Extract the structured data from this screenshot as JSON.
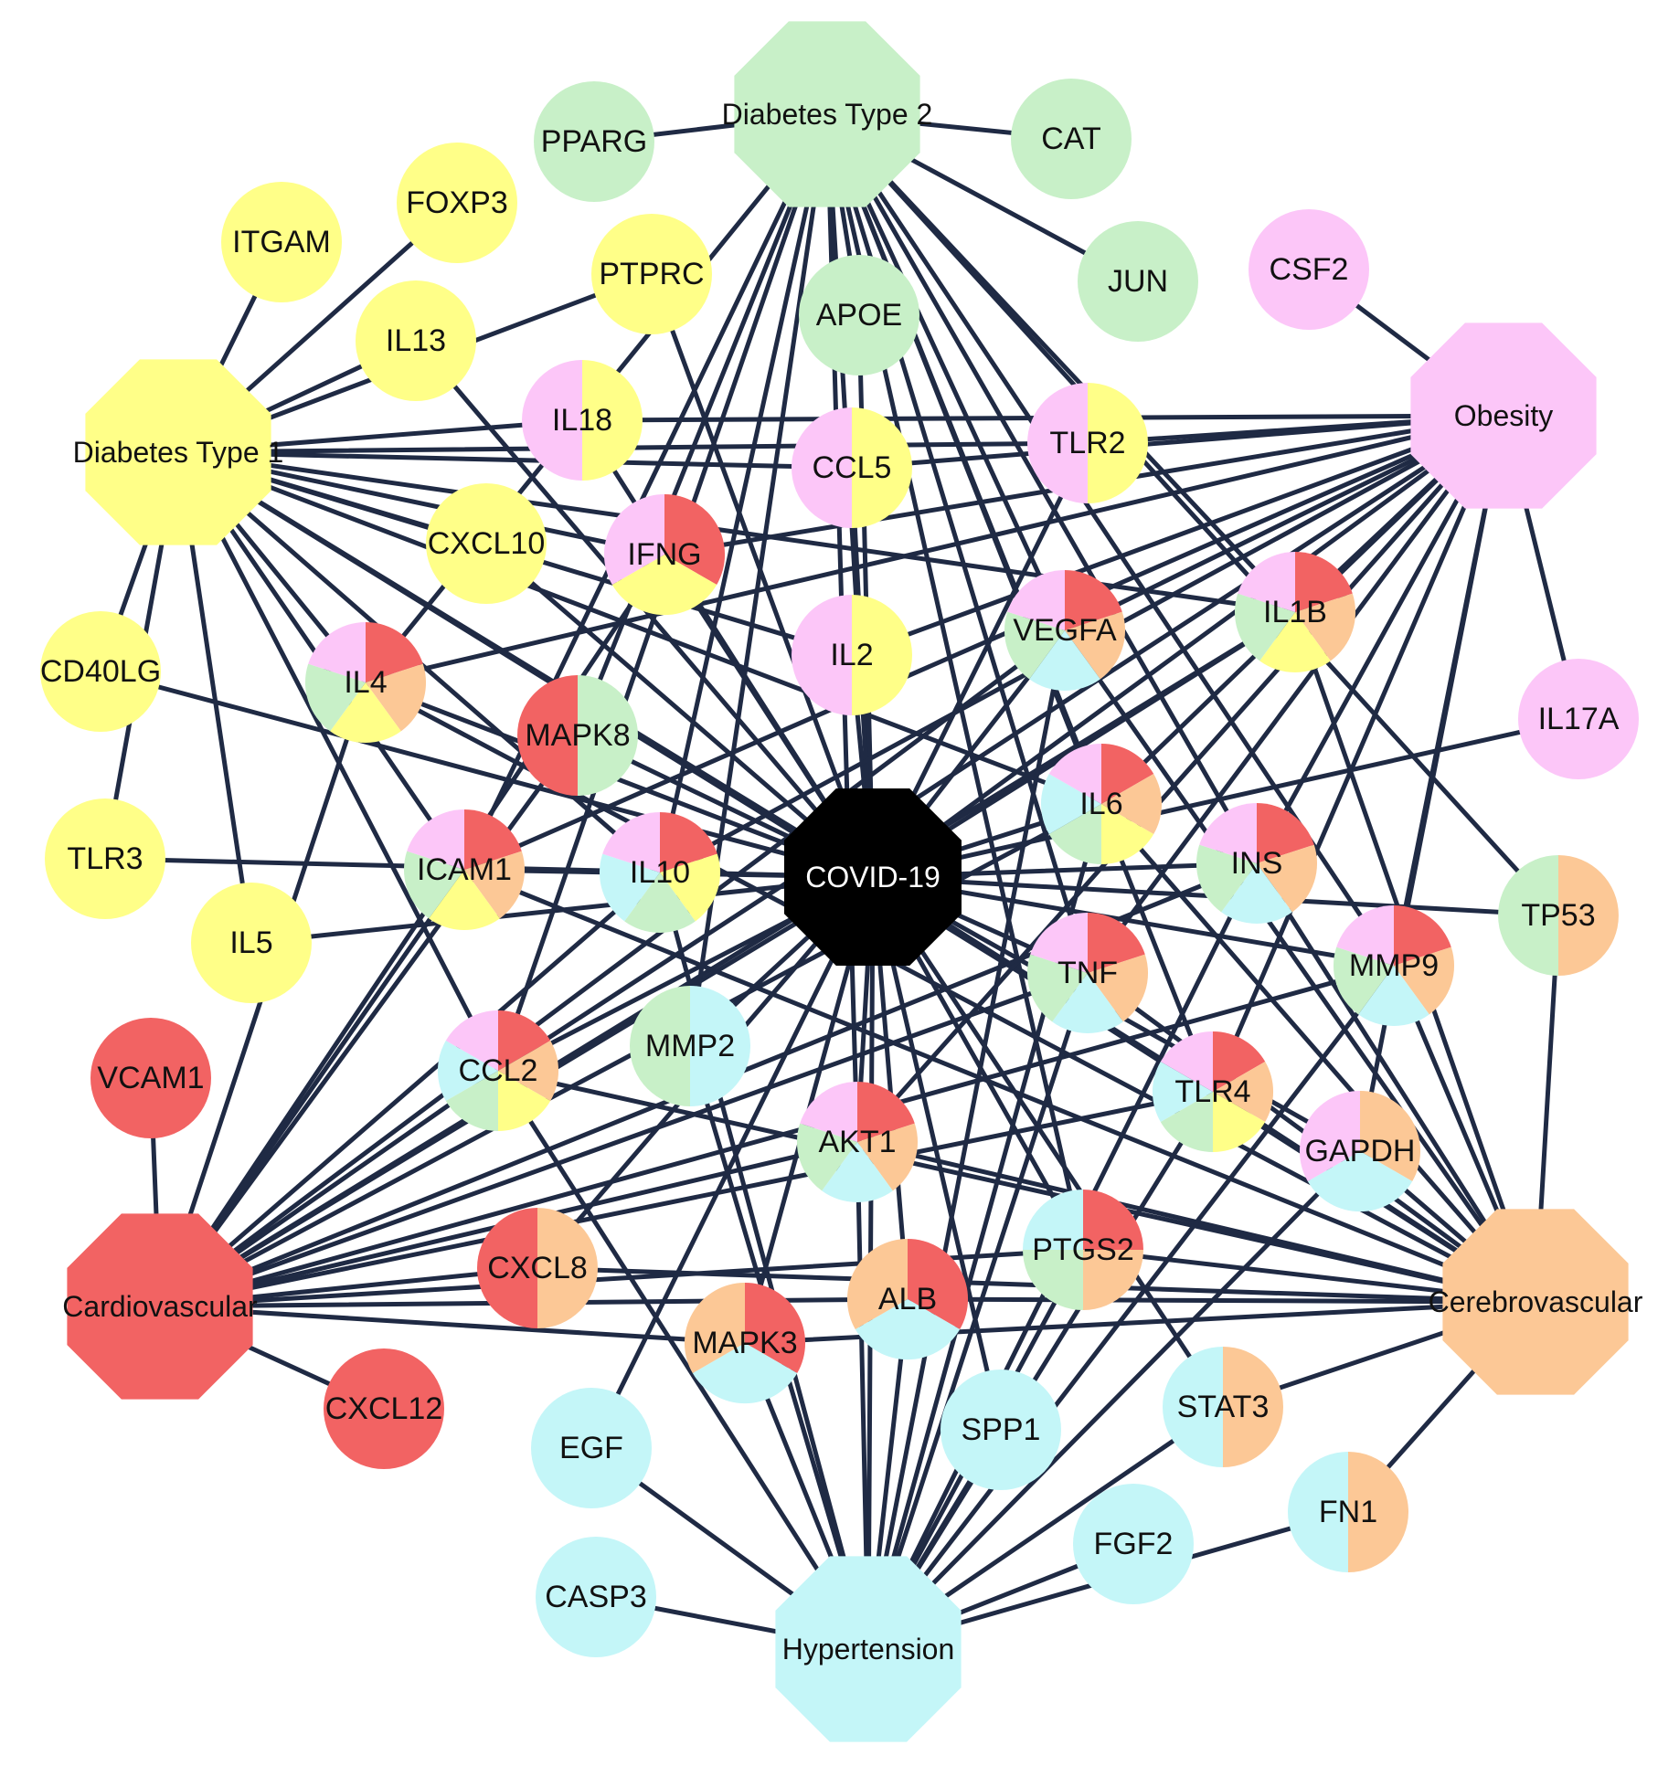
{
  "colors": {
    "Cardiovascular": "#f26363",
    "Diabetes Type 2": "#c8f0c8",
    "Diabetes Type 1": "#ffff88",
    "Obesity": "#fcc6f8",
    "Cerebrovascular": "#fcc896",
    "Hypertension": "#c4f6f8",
    "COVID-19": "#000000",
    "edge": "#1f2a44"
  },
  "hubs": [
    {
      "id": "Diabetes Type 2",
      "label": "Diabetes Type 2",
      "color_key": "Diabetes Type 2"
    },
    {
      "id": "Diabetes Type 1",
      "label": "Diabetes Type 1",
      "color_key": "Diabetes Type 1"
    },
    {
      "id": "Obesity",
      "label": "Obesity",
      "color_key": "Obesity"
    },
    {
      "id": "Cardiovascular",
      "label": "Cardiovascular",
      "color_key": "Cardiovascular"
    },
    {
      "id": "Cerebrovascular",
      "label": "Cerebrovascular",
      "color_key": "Cerebrovascular"
    },
    {
      "id": "Hypertension",
      "label": "Hypertension",
      "color_key": "Hypertension"
    },
    {
      "id": "COVID-19",
      "label": "COVID-19",
      "color_key": "COVID-19"
    }
  ],
  "genes": [
    {
      "id": "PPARG",
      "groups": [
        "Diabetes Type 2"
      ]
    },
    {
      "id": "CAT",
      "groups": [
        "Diabetes Type 2"
      ]
    },
    {
      "id": "JUN",
      "groups": [
        "Diabetes Type 2"
      ]
    },
    {
      "id": "APOE",
      "groups": [
        "Diabetes Type 2"
      ]
    },
    {
      "id": "FOXP3",
      "groups": [
        "Diabetes Type 1"
      ]
    },
    {
      "id": "ITGAM",
      "groups": [
        "Diabetes Type 1"
      ]
    },
    {
      "id": "PTPRC",
      "groups": [
        "Diabetes Type 1"
      ]
    },
    {
      "id": "IL13",
      "groups": [
        "Diabetes Type 1"
      ]
    },
    {
      "id": "CXCL10",
      "groups": [
        "Diabetes Type 1"
      ]
    },
    {
      "id": "CD40LG",
      "groups": [
        "Diabetes Type 1"
      ]
    },
    {
      "id": "TLR3",
      "groups": [
        "Diabetes Type 1"
      ]
    },
    {
      "id": "IL5",
      "groups": [
        "Diabetes Type 1"
      ]
    },
    {
      "id": "CSF2",
      "groups": [
        "Obesity"
      ]
    },
    {
      "id": "IL17A",
      "groups": [
        "Obesity"
      ]
    },
    {
      "id": "IL18",
      "groups": [
        "Diabetes Type 1",
        "Obesity"
      ]
    },
    {
      "id": "CCL5",
      "groups": [
        "Diabetes Type 1",
        "Obesity"
      ]
    },
    {
      "id": "TLR2",
      "groups": [
        "Diabetes Type 1",
        "Obesity"
      ]
    },
    {
      "id": "IL2",
      "groups": [
        "Diabetes Type 1",
        "Obesity"
      ]
    },
    {
      "id": "IFNG",
      "groups": [
        "Cardiovascular",
        "Diabetes Type 1",
        "Obesity"
      ]
    },
    {
      "id": "VEGFA",
      "groups": [
        "Cardiovascular",
        "Cerebrovascular",
        "Hypertension",
        "Diabetes Type 2",
        "Obesity"
      ]
    },
    {
      "id": "IL1B",
      "groups": [
        "Cardiovascular",
        "Cerebrovascular",
        "Diabetes Type 1",
        "Diabetes Type 2",
        "Obesity"
      ]
    },
    {
      "id": "IL4",
      "groups": [
        "Cardiovascular",
        "Cerebrovascular",
        "Diabetes Type 1",
        "Diabetes Type 2",
        "Obesity"
      ]
    },
    {
      "id": "MAPK8",
      "groups": [
        "Diabetes Type 2",
        "Cardiovascular"
      ]
    },
    {
      "id": "IL6",
      "groups": [
        "Cardiovascular",
        "Cerebrovascular",
        "Diabetes Type 1",
        "Diabetes Type 2",
        "Hypertension",
        "Obesity"
      ]
    },
    {
      "id": "ICAM1",
      "groups": [
        "Cardiovascular",
        "Cerebrovascular",
        "Diabetes Type 1",
        "Diabetes Type 2",
        "Obesity"
      ]
    },
    {
      "id": "IL10",
      "groups": [
        "Cardiovascular",
        "Diabetes Type 1",
        "Diabetes Type 2",
        "Hypertension",
        "Obesity"
      ]
    },
    {
      "id": "INS",
      "groups": [
        "Cardiovascular",
        "Cerebrovascular",
        "Hypertension",
        "Diabetes Type 2",
        "Obesity"
      ]
    },
    {
      "id": "TP53",
      "groups": [
        "Cerebrovascular",
        "Diabetes Type 2"
      ]
    },
    {
      "id": "MMP9",
      "groups": [
        "Cardiovascular",
        "Cerebrovascular",
        "Hypertension",
        "Diabetes Type 2",
        "Obesity"
      ]
    },
    {
      "id": "TNF",
      "groups": [
        "Cardiovascular",
        "Cerebrovascular",
        "Hypertension",
        "Diabetes Type 2",
        "Obesity"
      ]
    },
    {
      "id": "VCAM1",
      "groups": [
        "Cardiovascular"
      ]
    },
    {
      "id": "CCL2",
      "groups": [
        "Cardiovascular",
        "Cerebrovascular",
        "Diabetes Type 1",
        "Diabetes Type 2",
        "Hypertension",
        "Obesity"
      ]
    },
    {
      "id": "MMP2",
      "groups": [
        "Hypertension",
        "Diabetes Type 2"
      ]
    },
    {
      "id": "TLR4",
      "groups": [
        "Cardiovascular",
        "Cerebrovascular",
        "Diabetes Type 1",
        "Diabetes Type 2",
        "Hypertension",
        "Obesity"
      ]
    },
    {
      "id": "AKT1",
      "groups": [
        "Cardiovascular",
        "Cerebrovascular",
        "Hypertension",
        "Diabetes Type 2",
        "Obesity"
      ]
    },
    {
      "id": "GAPDH",
      "groups": [
        "Cerebrovascular",
        "Hypertension",
        "Obesity"
      ]
    },
    {
      "id": "PTGS2",
      "groups": [
        "Cardiovascular",
        "Cerebrovascular",
        "Diabetes Type 2",
        "Hypertension"
      ]
    },
    {
      "id": "CXCL8",
      "groups": [
        "Cerebrovascular",
        "Cardiovascular"
      ]
    },
    {
      "id": "ALB",
      "groups": [
        "Cardiovascular",
        "Hypertension",
        "Cerebrovascular"
      ]
    },
    {
      "id": "MAPK3",
      "groups": [
        "Cardiovascular",
        "Hypertension",
        "Cerebrovascular"
      ]
    },
    {
      "id": "CXCL12",
      "groups": [
        "Cardiovascular"
      ]
    },
    {
      "id": "EGF",
      "groups": [
        "Hypertension"
      ]
    },
    {
      "id": "SPP1",
      "groups": [
        "Hypertension"
      ]
    },
    {
      "id": "STAT3",
      "groups": [
        "Cerebrovascular",
        "Hypertension"
      ]
    },
    {
      "id": "FN1",
      "groups": [
        "Cerebrovascular",
        "Hypertension"
      ]
    },
    {
      "id": "FGF2",
      "groups": [
        "Hypertension"
      ]
    },
    {
      "id": "CASP3",
      "groups": [
        "Hypertension"
      ]
    }
  ],
  "edges": [
    [
      "COVID-19",
      "IL18"
    ],
    [
      "COVID-19",
      "CCL5"
    ],
    [
      "COVID-19",
      "TLR2"
    ],
    [
      "COVID-19",
      "IFNG"
    ],
    [
      "COVID-19",
      "VEGFA"
    ],
    [
      "COVID-19",
      "IL1B"
    ],
    [
      "COVID-19",
      "IL2"
    ],
    [
      "COVID-19",
      "IL4"
    ],
    [
      "COVID-19",
      "MAPK8"
    ],
    [
      "COVID-19",
      "IL6"
    ],
    [
      "COVID-19",
      "ICAM1"
    ],
    [
      "COVID-19",
      "IL10"
    ],
    [
      "COVID-19",
      "INS"
    ],
    [
      "COVID-19",
      "TP53"
    ],
    [
      "COVID-19",
      "MMP9"
    ],
    [
      "COVID-19",
      "TNF"
    ],
    [
      "COVID-19",
      "CCL2"
    ],
    [
      "COVID-19",
      "MMP2"
    ],
    [
      "COVID-19",
      "TLR4"
    ],
    [
      "COVID-19",
      "AKT1"
    ],
    [
      "COVID-19",
      "GAPDH"
    ],
    [
      "COVID-19",
      "PTGS2"
    ],
    [
      "COVID-19",
      "CXCL8"
    ],
    [
      "COVID-19",
      "ALB"
    ],
    [
      "COVID-19",
      "MAPK3"
    ],
    [
      "COVID-19",
      "STAT3"
    ],
    [
      "COVID-19",
      "APOE"
    ],
    [
      "COVID-19",
      "IL13"
    ],
    [
      "COVID-19",
      "CXCL10"
    ],
    [
      "COVID-19",
      "IL5"
    ],
    [
      "COVID-19",
      "TLR3"
    ],
    [
      "COVID-19",
      "CD40LG"
    ],
    [
      "COVID-19",
      "SPP1"
    ],
    [
      "COVID-19",
      "EGF"
    ],
    [
      "COVID-19",
      "IL17A"
    ],
    [
      "COVID-19",
      "Cardiovascular"
    ],
    [
      "COVID-19",
      "Cerebrovascular"
    ],
    [
      "COVID-19",
      "Obesity"
    ],
    [
      "COVID-19",
      "Diabetes Type 1"
    ],
    [
      "COVID-19",
      "Diabetes Type 2"
    ],
    [
      "COVID-19",
      "Hypertension"
    ],
    [
      "COVID-19",
      "PTPRC"
    ],
    [
      "Diabetes Type 2",
      "PPARG"
    ],
    [
      "Diabetes Type 2",
      "CAT"
    ],
    [
      "Diabetes Type 2",
      "JUN"
    ],
    [
      "Diabetes Type 2",
      "APOE"
    ],
    [
      "Diabetes Type 2",
      "VEGFA"
    ],
    [
      "Diabetes Type 2",
      "IL1B"
    ],
    [
      "Diabetes Type 2",
      "IL4"
    ],
    [
      "Diabetes Type 2",
      "MAPK8"
    ],
    [
      "Diabetes Type 2",
      "IL6"
    ],
    [
      "Diabetes Type 2",
      "ICAM1"
    ],
    [
      "Diabetes Type 2",
      "IL10"
    ],
    [
      "Diabetes Type 2",
      "INS"
    ],
    [
      "Diabetes Type 2",
      "TP53"
    ],
    [
      "Diabetes Type 2",
      "MMP9"
    ],
    [
      "Diabetes Type 2",
      "TNF"
    ],
    [
      "Diabetes Type 2",
      "CCL2"
    ],
    [
      "Diabetes Type 2",
      "MMP2"
    ],
    [
      "Diabetes Type 2",
      "TLR4"
    ],
    [
      "Diabetes Type 2",
      "AKT1"
    ],
    [
      "Diabetes Type 2",
      "PTGS2"
    ],
    [
      "Diabetes Type 1",
      "FOXP3"
    ],
    [
      "Diabetes Type 1",
      "ITGAM"
    ],
    [
      "Diabetes Type 1",
      "PTPRC"
    ],
    [
      "Diabetes Type 1",
      "IL13"
    ],
    [
      "Diabetes Type 1",
      "CXCL10"
    ],
    [
      "Diabetes Type 1",
      "CD40LG"
    ],
    [
      "Diabetes Type 1",
      "TLR3"
    ],
    [
      "Diabetes Type 1",
      "IL5"
    ],
    [
      "Diabetes Type 1",
      "IL18"
    ],
    [
      "Diabetes Type 1",
      "CCL5"
    ],
    [
      "Diabetes Type 1",
      "TLR2"
    ],
    [
      "Diabetes Type 1",
      "IL2"
    ],
    [
      "Diabetes Type 1",
      "IFNG"
    ],
    [
      "Diabetes Type 1",
      "IL1B"
    ],
    [
      "Diabetes Type 1",
      "IL4"
    ],
    [
      "Diabetes Type 1",
      "IL6"
    ],
    [
      "Diabetes Type 1",
      "ICAM1"
    ],
    [
      "Diabetes Type 1",
      "IL10"
    ],
    [
      "Diabetes Type 1",
      "CCL2"
    ],
    [
      "Diabetes Type 1",
      "TLR4"
    ],
    [
      "Obesity",
      "CSF2"
    ],
    [
      "Obesity",
      "IL17A"
    ],
    [
      "Obesity",
      "IL18"
    ],
    [
      "Obesity",
      "CCL5"
    ],
    [
      "Obesity",
      "TLR2"
    ],
    [
      "Obesity",
      "IL2"
    ],
    [
      "Obesity",
      "IFNG"
    ],
    [
      "Obesity",
      "VEGFA"
    ],
    [
      "Obesity",
      "IL1B"
    ],
    [
      "Obesity",
      "IL4"
    ],
    [
      "Obesity",
      "IL6"
    ],
    [
      "Obesity",
      "ICAM1"
    ],
    [
      "Obesity",
      "IL10"
    ],
    [
      "Obesity",
      "INS"
    ],
    [
      "Obesity",
      "MMP9"
    ],
    [
      "Obesity",
      "TNF"
    ],
    [
      "Obesity",
      "CCL2"
    ],
    [
      "Obesity",
      "TLR4"
    ],
    [
      "Obesity",
      "AKT1"
    ],
    [
      "Obesity",
      "GAPDH"
    ],
    [
      "Cardiovascular",
      "VCAM1"
    ],
    [
      "Cardiovascular",
      "CXCL12"
    ],
    [
      "Cardiovascular",
      "IFNG"
    ],
    [
      "Cardiovascular",
      "VEGFA"
    ],
    [
      "Cardiovascular",
      "IL1B"
    ],
    [
      "Cardiovascular",
      "IL4"
    ],
    [
      "Cardiovascular",
      "MAPK8"
    ],
    [
      "Cardiovascular",
      "IL6"
    ],
    [
      "Cardiovascular",
      "ICAM1"
    ],
    [
      "Cardiovascular",
      "IL10"
    ],
    [
      "Cardiovascular",
      "INS"
    ],
    [
      "Cardiovascular",
      "MMP9"
    ],
    [
      "Cardiovascular",
      "TNF"
    ],
    [
      "Cardiovascular",
      "CCL2"
    ],
    [
      "Cardiovascular",
      "TLR4"
    ],
    [
      "Cardiovascular",
      "AKT1"
    ],
    [
      "Cardiovascular",
      "PTGS2"
    ],
    [
      "Cardiovascular",
      "CXCL8"
    ],
    [
      "Cardiovascular",
      "ALB"
    ],
    [
      "Cardiovascular",
      "MAPK3"
    ],
    [
      "Cerebrovascular",
      "TP53"
    ],
    [
      "Cerebrovascular",
      "STAT3"
    ],
    [
      "Cerebrovascular",
      "FN1"
    ],
    [
      "Cerebrovascular",
      "VEGFA"
    ],
    [
      "Cerebrovascular",
      "IL1B"
    ],
    [
      "Cerebrovascular",
      "IL4"
    ],
    [
      "Cerebrovascular",
      "IL6"
    ],
    [
      "Cerebrovascular",
      "ICAM1"
    ],
    [
      "Cerebrovascular",
      "INS"
    ],
    [
      "Cerebrovascular",
      "MMP9"
    ],
    [
      "Cerebrovascular",
      "TNF"
    ],
    [
      "Cerebrovascular",
      "CCL2"
    ],
    [
      "Cerebrovascular",
      "TLR4"
    ],
    [
      "Cerebrovascular",
      "AKT1"
    ],
    [
      "Cerebrovascular",
      "GAPDH"
    ],
    [
      "Cerebrovascular",
      "PTGS2"
    ],
    [
      "Cerebrovascular",
      "CXCL8"
    ],
    [
      "Cerebrovascular",
      "ALB"
    ],
    [
      "Cerebrovascular",
      "MAPK3"
    ],
    [
      "Hypertension",
      "EGF"
    ],
    [
      "Hypertension",
      "SPP1"
    ],
    [
      "Hypertension",
      "STAT3"
    ],
    [
      "Hypertension",
      "FN1"
    ],
    [
      "Hypertension",
      "FGF2"
    ],
    [
      "Hypertension",
      "CASP3"
    ],
    [
      "Hypertension",
      "VEGFA"
    ],
    [
      "Hypertension",
      "IL6"
    ],
    [
      "Hypertension",
      "IL10"
    ],
    [
      "Hypertension",
      "INS"
    ],
    [
      "Hypertension",
      "MMP9"
    ],
    [
      "Hypertension",
      "TNF"
    ],
    [
      "Hypertension",
      "CCL2"
    ],
    [
      "Hypertension",
      "MMP2"
    ],
    [
      "Hypertension",
      "TLR4"
    ],
    [
      "Hypertension",
      "AKT1"
    ],
    [
      "Hypertension",
      "GAPDH"
    ],
    [
      "Hypertension",
      "PTGS2"
    ],
    [
      "Hypertension",
      "ALB"
    ],
    [
      "Hypertension",
      "MAPK3"
    ]
  ]
}
